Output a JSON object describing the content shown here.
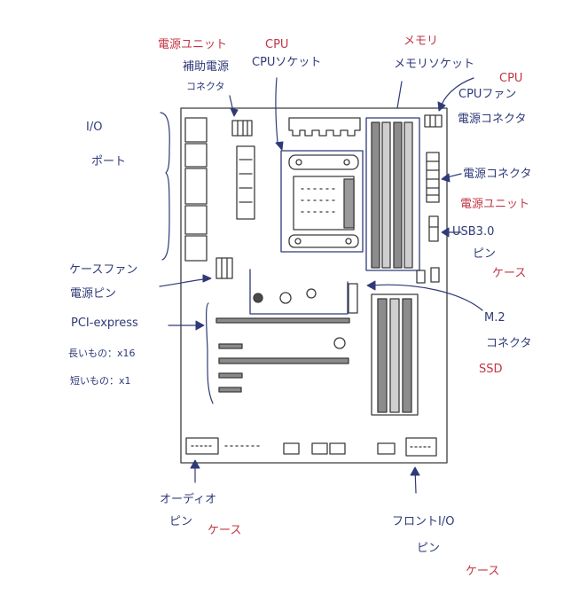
{
  "colors": {
    "ink": "#2f3a78",
    "red": "#c23545",
    "paper": "#ffffff"
  },
  "labels": {
    "psu_top": "電源ユニット",
    "aux_power": "補助電源",
    "aux_connector": "コネクタ",
    "cpu_red": "CPU",
    "cpu_socket": "CPUソケット",
    "memory_red": "メモリ",
    "memory_socket": "メモリソケット",
    "cpu_red2": "CPU",
    "cpu_fan": "CPUファン",
    "fan_power_connector": "電源コネクタ",
    "io": "I/O",
    "port": "ポート",
    "power_connector": "電源コネクタ",
    "psu_right": "電源ユニット",
    "usb30": "USB3.0",
    "usb_pin": "ピン",
    "usb_case": "ケース",
    "case_fan": "ケースファン",
    "case_fan_pin": "電源ピン",
    "pcie": "PCI-express",
    "long_slot": "長いもの：x16",
    "short_slot": "短いもの：x1",
    "m2": "M.2",
    "m2_connector": "コネクタ",
    "ssd": "SSD",
    "audio": "オーディオ",
    "audio_pin": "ピン",
    "audio_case": "ケース",
    "front_io": "フロントI/O",
    "front_pin": "ピン",
    "front_case": "ケース"
  }
}
